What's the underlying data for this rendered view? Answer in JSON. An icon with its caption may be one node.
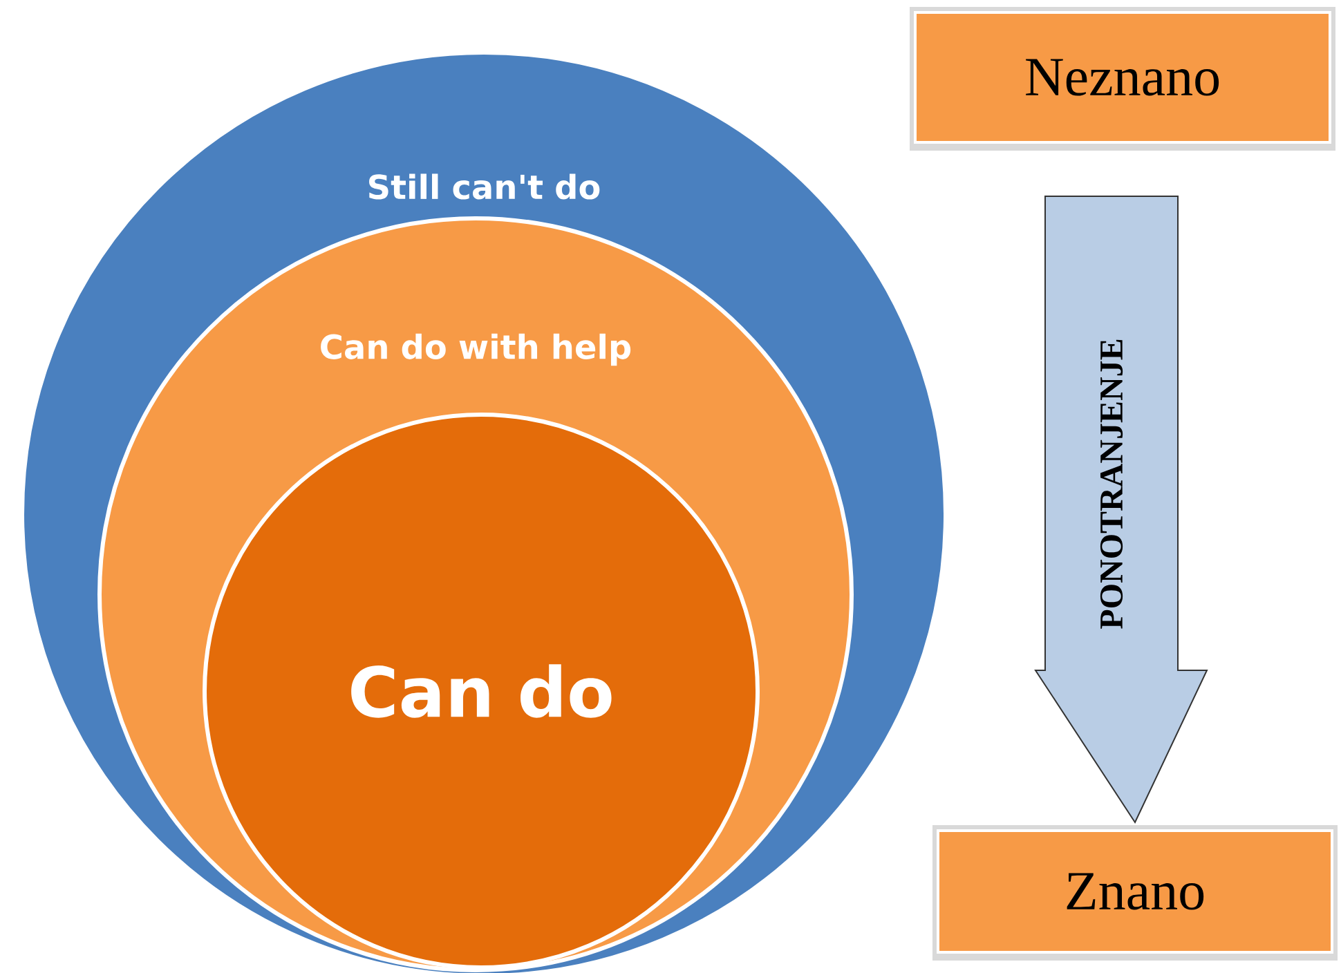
{
  "diagram": {
    "nodes": [
      {
        "text": [
          "Still can't do"
        ]
      },
      {
        "text": [
          "Can do with help"
        ],
        "in": 0
      },
      {
        "text": [
          "Can do"
        ],
        "in": 1
      },
      {
        "text": [
          "Neznano"
        ]
      },
      {
        "text": [
          "Znano"
        ]
      }
    ],
    "edges": [
      {
        "from": 3,
        "to": 4,
        "arrow": "to",
        "label": "PONOTRANJENJE"
      }
    ]
  }
}
